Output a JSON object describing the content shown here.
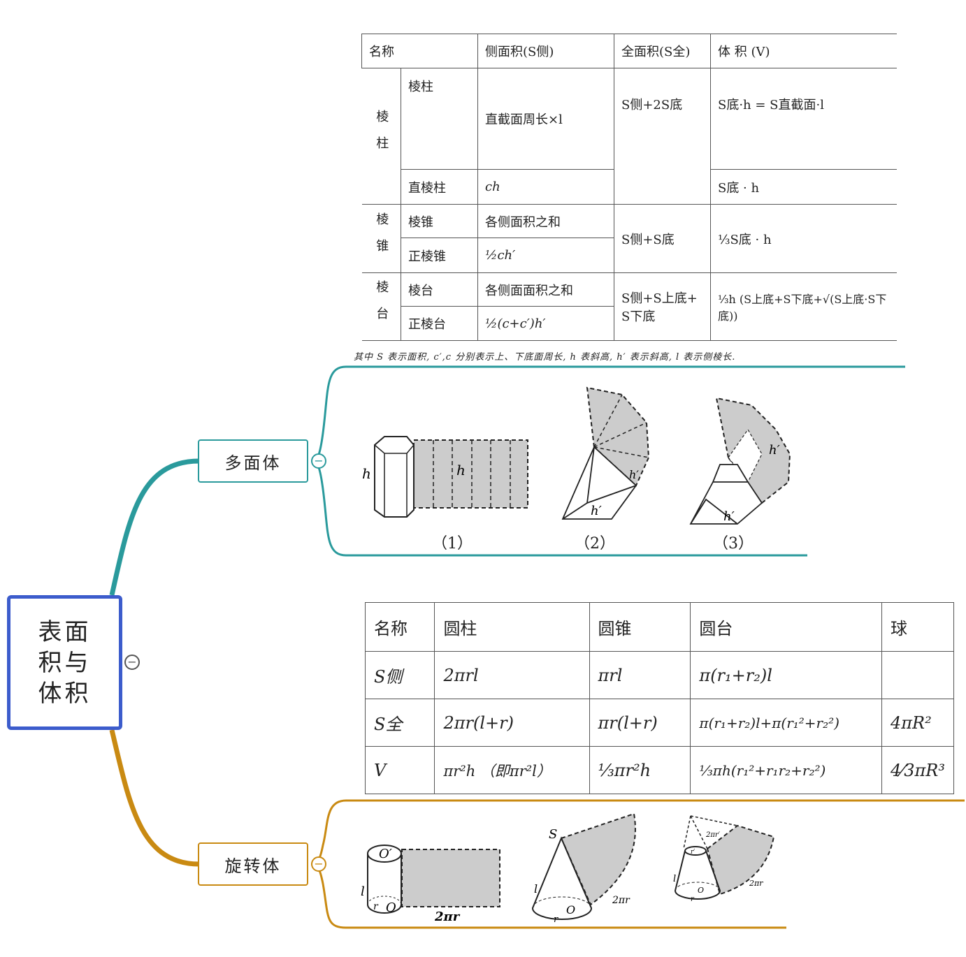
{
  "root": {
    "title": "表面积与体积",
    "title_lines": [
      "表面",
      "积与",
      "体积"
    ],
    "collapse": "−"
  },
  "colors": {
    "root_border": "#3c5ccc",
    "teal": "#2a9a9c",
    "orange": "#c98a12"
  },
  "polyhedron": {
    "label": "多面体",
    "collapse": "−",
    "table": {
      "headers": [
        "名称",
        "侧面积(S侧)",
        "全面积(S全)",
        "体 积 (V)"
      ],
      "groups": [
        {
          "name": "棱柱",
          "rows": [
            {
              "name": "棱柱",
              "lateral": "直截面周长×l",
              "volume": "S底·h = S直截面·l"
            },
            {
              "name": "直棱柱",
              "lateral": "ch",
              "volume": "S底 · h"
            }
          ],
          "total": "S侧+2S底"
        },
        {
          "name": "棱锥",
          "rows": [
            {
              "name": "棱锥",
              "lateral": "各侧面积之和"
            },
            {
              "name": "正棱锥",
              "lateral": "½ch′"
            }
          ],
          "total": "S侧+S底",
          "volume": "⅓S底 · h"
        },
        {
          "name": "棱台",
          "rows": [
            {
              "name": "棱台",
              "lateral": "各侧面面积之和"
            },
            {
              "name": "正棱台",
              "lateral": "½(c+c′)h′"
            }
          ],
          "total": "S侧+S上底+ S下底",
          "volume": "⅓h (S上底+S下底+√(S上底·S下底))"
        }
      ],
      "footnote": "其中 S 表示面积, c′,c 分别表示上、下底面周长, h 表斜高, h′ 表示斜高, l 表示侧棱长."
    },
    "figures": [
      {
        "caption": "（1）",
        "labels": [
          "h",
          "h"
        ]
      },
      {
        "caption": "（2）",
        "labels": [
          "h′",
          "h′"
        ]
      },
      {
        "caption": "（3）",
        "labels": [
          "h′",
          "h′"
        ]
      }
    ]
  },
  "revolution": {
    "label": "旋转体",
    "collapse": "−",
    "table": {
      "headers": [
        "名称",
        "圆柱",
        "圆锥",
        "圆台",
        "球"
      ],
      "rows": [
        {
          "name": "S侧",
          "cells": [
            "2πrl",
            "πrl",
            "π(r₁+r₂)l",
            ""
          ]
        },
        {
          "name": "S全",
          "cells": [
            "2πr(l+r)",
            "πr(l+r)",
            "π(r₁+r₂)l+π(r₁²+r₂²)",
            "4πR²"
          ]
        },
        {
          "name": "V",
          "cells": [
            "πr²h （即πr²l）",
            "⅓πr²h",
            "⅓πh(r₁²+r₁r₂+r₂²)",
            "4⁄3πR³"
          ]
        }
      ]
    },
    "figures": [
      {
        "labels": [
          "O′",
          "O",
          "r",
          "l",
          "2πr"
        ]
      },
      {
        "labels": [
          "S",
          "O",
          "r",
          "l",
          "2πr"
        ]
      },
      {
        "labels": [
          "2πr′",
          "r′",
          "O",
          "r",
          "l",
          "2πr"
        ]
      }
    ]
  }
}
